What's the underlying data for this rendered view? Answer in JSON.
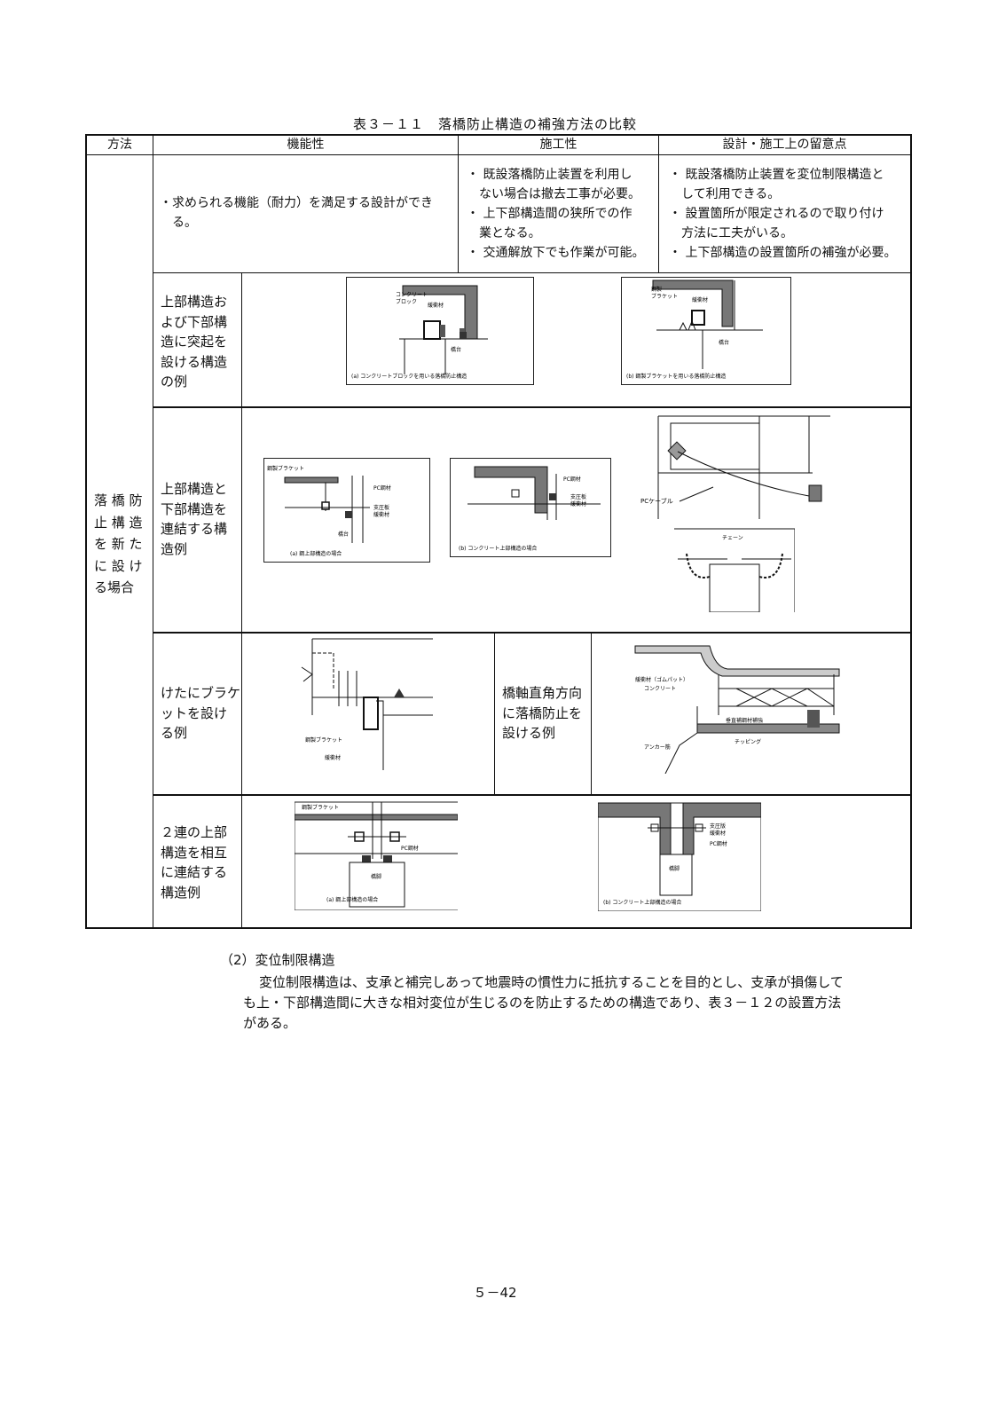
{
  "caption": "表３－１１　落橋防止構造の補強方法の比較",
  "headers": {
    "method": "方法",
    "function": "機能性",
    "construction": "施工性",
    "notes": "設計・施工上の留意点"
  },
  "method_label": [
    "落 橋 防",
    "止 構 造",
    "を 新 た",
    "に 設 け",
    "る場合"
  ],
  "summary": {
    "function": [
      "・求められる機能（耐力）を満足する設計ができ",
      "　る。"
    ],
    "construction": [
      "・ 既設落橋防止装置を利用し",
      "　ない場合は撤去工事が必要。",
      "・ 上下部構造間の狭所での作",
      "　業となる。",
      "・ 交通解放下でも作業が可能。"
    ],
    "notes": [
      "・ 既設落橋防止装置を変位制限構造と",
      "　して利用できる。",
      "・ 設置箇所が限定されるので取り付け",
      "　方法に工夫がいる。",
      "・ 上下部構造の設置箇所の補強が必要。"
    ]
  },
  "rows": [
    {
      "label": [
        "上部構造お",
        "よび下部構",
        "造に突起を",
        "設ける構造",
        "の例"
      ],
      "figures": [
        {
          "caption": "(a) コンクリートブロックを用いる落橋防止構造",
          "labels": [
            "コンクリート",
            "ブロック",
            "緩衝材",
            "橋台"
          ]
        },
        {
          "caption": "(b) 鋼製ブラケットを用いる落橋防止構造",
          "labels": [
            "鋼製",
            "ブラケット",
            "緩衝材",
            "橋台"
          ]
        }
      ]
    },
    {
      "label": [
        "上部構造と",
        "下部構造を",
        "連結する構",
        "造例"
      ],
      "figures": [
        {
          "caption": "(a) 鋼上部構造の場合",
          "labels": [
            "鋼製ブラケット",
            "PC鋼材",
            "支圧板",
            "緩衝材",
            "橋台"
          ]
        },
        {
          "caption": "(b) コンクリート上部構造の場合",
          "labels": [
            "PC鋼材",
            "支圧板",
            "緩衝材"
          ]
        },
        {
          "caption": "",
          "labels": [
            "PCケーブル"
          ]
        },
        {
          "caption": "",
          "labels": [
            "チェーン"
          ]
        }
      ]
    },
    {
      "label": [
        "けたにブラケ",
        "ットを設け",
        "る例"
      ],
      "label2": [
        "橋軸直角方向",
        "に落橋防止を",
        "設ける例"
      ],
      "figures": [
        {
          "caption": "",
          "labels": [
            "鋼製ブラケット",
            "緩衝材"
          ]
        },
        {
          "caption": "",
          "labels": [
            "緩衝材（ゴムパット）",
            "コンクリート",
            "垂直補鋼材補強",
            "チッピング",
            "アンカー筋"
          ]
        }
      ]
    },
    {
      "label": [
        "２連の上部",
        "構造を相互",
        "に連結する",
        "構造例"
      ],
      "figures": [
        {
          "caption": "(a) 鋼上部構造の場合",
          "labels": [
            "鋼製ブラケット",
            "PC鋼材",
            "橋脚"
          ]
        },
        {
          "caption": "(b) コンクリート上部構造の場合",
          "labels": [
            "支圧版",
            "緩衝材",
            "PC鋼材",
            "橋脚"
          ]
        }
      ]
    }
  ],
  "section": {
    "heading": "（2）変位制限構造",
    "body": [
      "変位制限構造は、支承と補完しあって地震時の慣性力に抵抗することを目的とし、支承が損傷して",
      "も上・下部構造間に大きな相対変位が生じるのを防止するための構造であり、表３－１２の設置方法",
      "がある。"
    ]
  },
  "page_number": "５－42"
}
